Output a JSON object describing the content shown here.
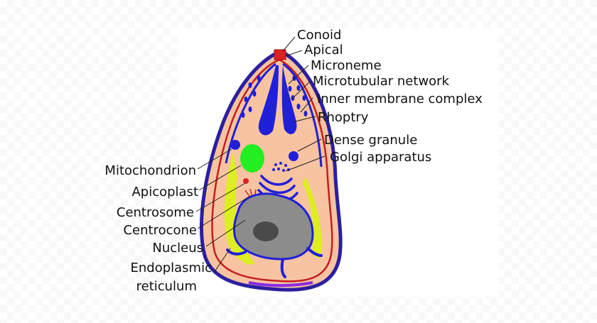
{
  "labels": {
    "conoid": "Conoid",
    "apical": "Apical",
    "microneme": "Microneme",
    "microtubular_network": "Microtubular network",
    "inner_membrane_complex": "Inner membrane complex",
    "rhoptry": "Rhoptry",
    "dense_granule": "Dense granule",
    "golgi_apparatus": "Golgi apparatus",
    "mitochondrion": "Mitochondrion",
    "apicoplast": "Apicoplast",
    "centrosome": "Centrosome",
    "centrocone": "Centrocone",
    "nucleus": "Nucleus",
    "endoplasmic_reticulum_1": "Endoplasmic",
    "endoplasmic_reticulum_2": "reticulum"
  },
  "colors": {
    "cytoplasm": "#f7c3a0",
    "membrane": "#2b1fa0",
    "inner_membrane": "#c41e1e",
    "organelle_blue": "#2020d8",
    "apicoplast_green": "#22ee22",
    "mitochondrion_yellow": "#ddee22",
    "nucleus_gray": "#8c8c8c",
    "nucleolus": "#4a4a4a",
    "conoid_red": "#dd2222"
  }
}
